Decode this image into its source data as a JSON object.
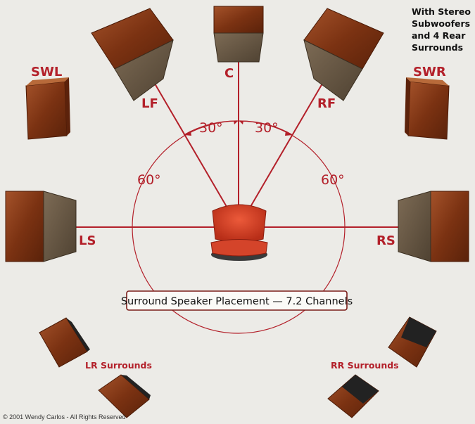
{
  "note_lines": [
    "With Stereo",
    "Subwoofers",
    "and 4 Rear",
    "Surrounds"
  ],
  "title": "Surround Speaker Placement — 7.2 Channels",
  "copyright": "© 2001 Wendy Carlos - All Rights Reserved",
  "labels": {
    "swl": "SWL",
    "swr": "SWR",
    "c": "C",
    "lf": "LF",
    "rf": "RF",
    "ls": "LS",
    "rs": "RS",
    "lr": "LR Surrounds",
    "rr": "RR Surrounds"
  },
  "angles": {
    "left_30": "30°",
    "right_30": "30°",
    "left_60": "60°",
    "right_60": "60°"
  },
  "colors": {
    "line": "#b3202a",
    "wood": "#8b3d16",
    "grille": "#6b5a45",
    "chair": "#d9432a",
    "background": "#ecebe7"
  }
}
